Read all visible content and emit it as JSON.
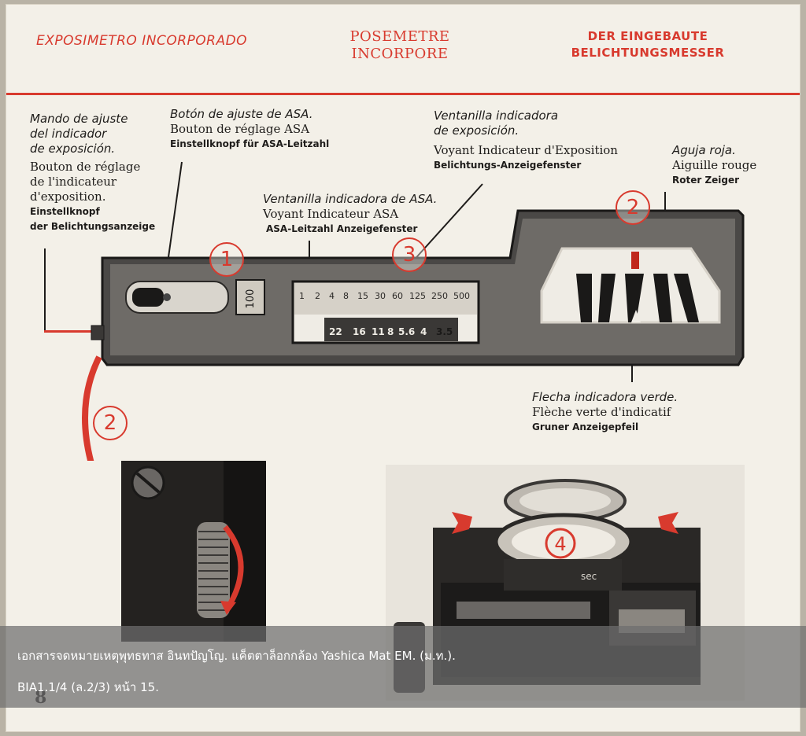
{
  "headers": {
    "es": "EXPOSIMETRO  INCORPORADO",
    "fr_line1": "POSEMETRE",
    "fr_line2": "INCORPORE",
    "de_line1": "DER EINGEBAUTE",
    "de_line2": "BELICHTUNGSMESSER"
  },
  "labels": {
    "exposure_knob": {
      "es": [
        "Mando de ajuste",
        "del indicador",
        "de exposición."
      ],
      "fr": [
        "Bouton de réglage",
        "de l'indicateur",
        "d'exposition."
      ],
      "de": [
        "Einstellknopf",
        "der Belichtungsanzeige"
      ]
    },
    "asa_button": {
      "es": "Botón de ajuste de ASA.",
      "fr": "Bouton de réglage ASA",
      "de": "Einstellknopf für ASA-Leitzahl"
    },
    "asa_window": {
      "es": "Ventanilla indicadora de ASA.",
      "fr": "Voyant Indicateur ASA",
      "de": "ASA-Leitzahl Anzeigefenster"
    },
    "exposure_window": {
      "es": [
        "Ventanilla indicadora",
        "de exposición."
      ],
      "fr": "Voyant Indicateur d'Exposition",
      "de": "Belichtungs-Anzeigefenster"
    },
    "red_needle": {
      "es": "Aguja roja.",
      "fr": "Aiguille rouge",
      "de": "Roter Zeiger"
    },
    "green_arrow": {
      "es": "Flecha indicadora verde.",
      "fr": "Flèche verte d'indicatif",
      "de": "Gruner Anzeigepfeil"
    }
  },
  "markers": [
    "1",
    "2",
    "3",
    "2",
    "4"
  ],
  "meter": {
    "asa_value": "100",
    "speed_scale": [
      "1",
      "2",
      "4",
      "8",
      "15",
      "30",
      "60",
      "125",
      "250",
      "500"
    ],
    "aperture_scale": [
      "22",
      "16",
      "11",
      "8",
      "5.6",
      "4",
      "3.5"
    ]
  },
  "photo_text": {
    "sec": "sec"
  },
  "page_number": "8",
  "caption": {
    "line1": "เอกสารจดหมายเหตุพุทธทาส อินทปัญโญ. แค็ตตาล็อกกล้อง Yashica Mat EM. (ม.ท.).",
    "line2": "BIA1.1/4 (ล.2/3) หน้า 15."
  },
  "colors": {
    "accent": "#d83a2e",
    "ink": "#1e1c1a",
    "paper": "#f3f0e8"
  }
}
